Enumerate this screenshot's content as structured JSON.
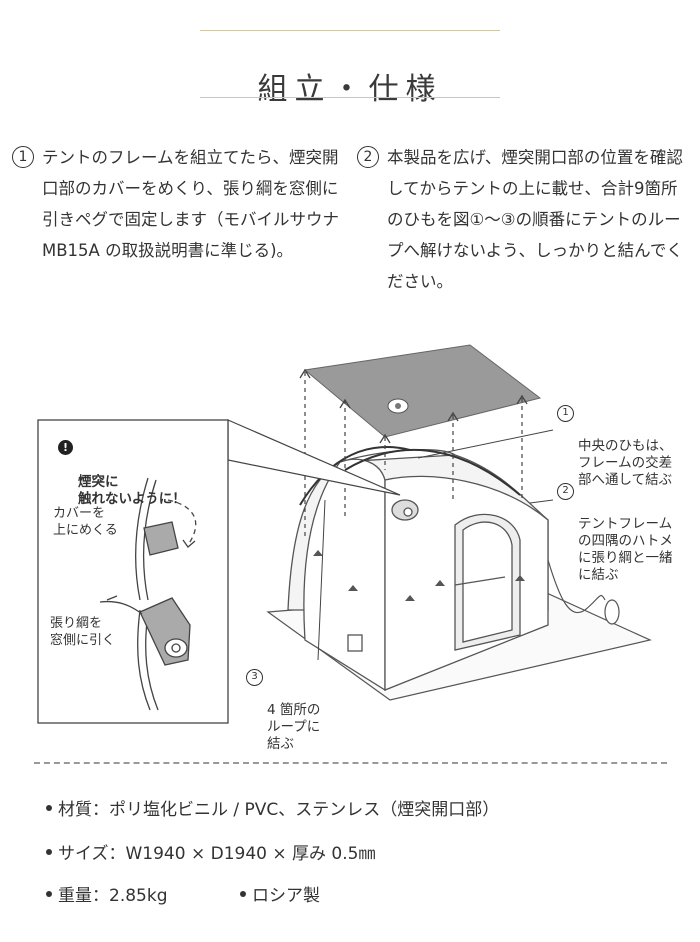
{
  "heading": {
    "title": "組立・仕様"
  },
  "steps": [
    {
      "number": "1",
      "text": "テントのフレームを組立てたら、煙突開口部のカバーをめくり、張り綱を窓側に引きペグで固定します（モバイルサウナ MB15A の取扱説明書に準じる)。"
    },
    {
      "number": "2",
      "text": "本製品を広げ、煙突開口部の位置を確認してからテントの上に載せ、合計9箇所のひもを図①〜③の順番にテントのループへ解けないよう、しっかりと結んでください。"
    }
  ],
  "callouts": [
    {
      "number": "1",
      "text": "中央のひもは、\nフレームの交差\n部へ通して結ぶ"
    },
    {
      "number": "2",
      "text": "テントフレーム\nの四隅のハトメ\nに張り綱と一緒\nに結ぶ"
    },
    {
      "number": "3",
      "text": "4 箇所の\nループに\n結ぶ"
    }
  ],
  "inset": {
    "warning": "煙突に\n触れないように！",
    "cover_label": "カバーを\n上にめくる",
    "rope_label": "張り綱を\n窓側に引く"
  },
  "specs": {
    "material": "材質：ポリ塩化ビニル / PVC、ステンレス（煙突開口部）",
    "size": "サイズ：W1940 × D1940 × 厚み 0.5㎜",
    "weight": "重量：2.85kg",
    "origin": "ロシア製"
  },
  "icons": {
    "warning": "exclamation-circle-icon"
  }
}
